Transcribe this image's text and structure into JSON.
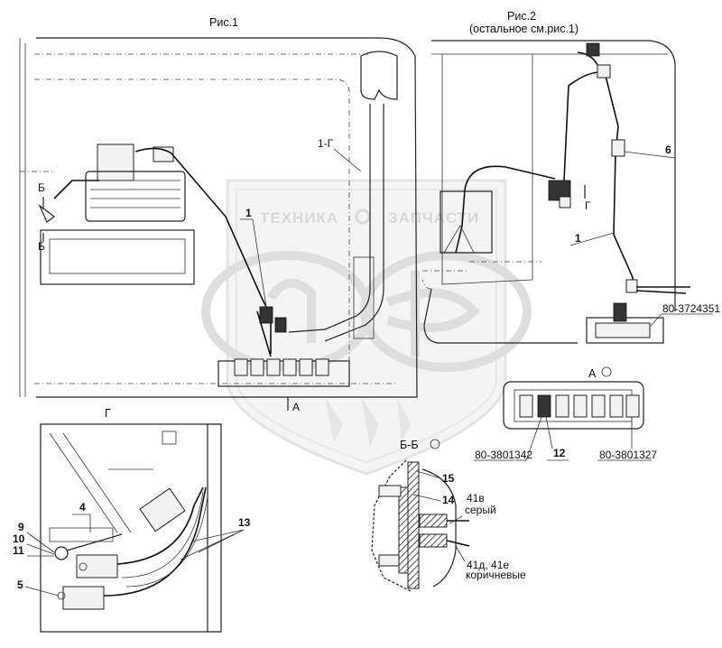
{
  "figure1": {
    "title": "Рис.1"
  },
  "figure2": {
    "title": "Рис.2",
    "subtitle": "(остальное см.рис.1)"
  },
  "views": {
    "g": "Г",
    "a": "А",
    "bb": "Б-Б",
    "b_mark": "Б",
    "g_mark": "Г",
    "a_mark": "А",
    "wire_ref": "1-Г"
  },
  "watermark": {
    "left": "ТЕХНИКА",
    "right": "ЗАПЧАСТИ"
  },
  "callouts": {
    "fig1_1": "1",
    "fig2_1": "1",
    "fig2_6": "6",
    "g_4": "4",
    "g_9": "9",
    "g_10": "10",
    "g_11": "11",
    "g_5": "5",
    "g_13": "13",
    "bb_15": "15",
    "bb_14": "14",
    "a_12": "12"
  },
  "part_numbers": {
    "lamp": "80-3724351",
    "switch_left": "80-3801342",
    "switch_right": "80-3801327"
  },
  "wires": {
    "w41v": "41в",
    "w41v_color": "серый",
    "w41d": "41д, 41е",
    "w41d_color": "коричневые"
  }
}
